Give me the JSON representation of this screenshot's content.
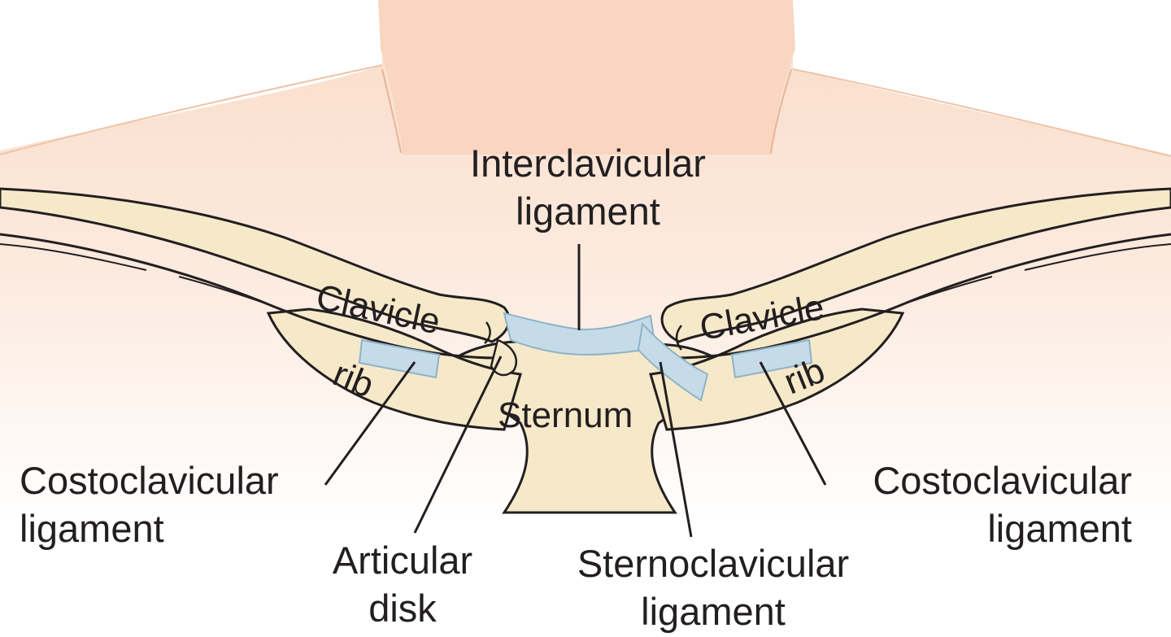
{
  "labels": {
    "interclavicular": [
      "Interclavicular",
      "ligament"
    ],
    "clavicle_left": "Clavicle",
    "clavicle_right": "Clavicle",
    "rib_left": "rib",
    "rib_right": "rib",
    "sternum": "Sternum",
    "costoclavicular_left": [
      "Costoclavicular",
      "ligament"
    ],
    "costoclavicular_right": [
      "Costoclavicular",
      "ligament"
    ],
    "articular_disk": [
      "Articular",
      "disk"
    ],
    "sternoclavicular": [
      "Sternoclavicular",
      "ligament"
    ]
  },
  "colors": {
    "skin": "#f9dcc8",
    "bone": "#f6e9c9",
    "outline": "#231f20",
    "ligament": "#c5dbe8",
    "ligament_stroke": "#8fb2c7"
  }
}
